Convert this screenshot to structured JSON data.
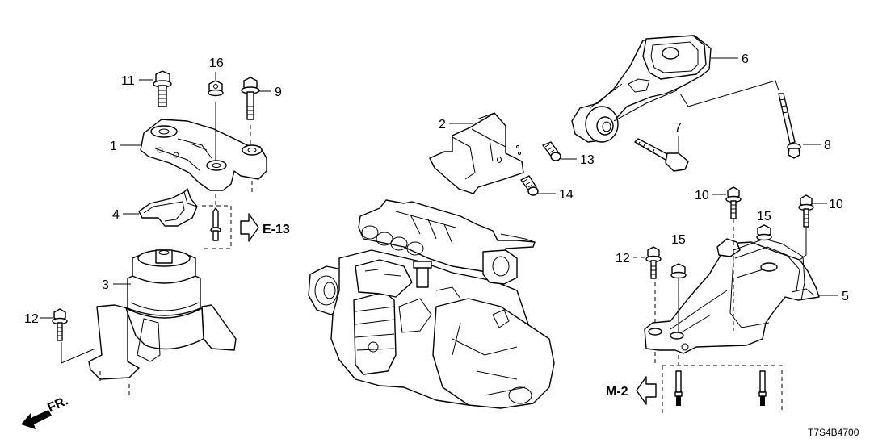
{
  "diagram": {
    "title_code": "T7S4B4700",
    "direction_label": "FR.",
    "references": {
      "e13": "E-13",
      "m2": "M-2"
    },
    "callouts": [
      {
        "id": "1",
        "label": "1",
        "part": "transmission-mount-bracket"
      },
      {
        "id": "2",
        "label": "2",
        "part": "torque-rod-bracket"
      },
      {
        "id": "3",
        "label": "3",
        "part": "engine-side-mount"
      },
      {
        "id": "4",
        "label": "4",
        "part": "mount-cover-plate"
      },
      {
        "id": "5",
        "label": "5",
        "part": "transmission-mount-bracket-lower"
      },
      {
        "id": "6",
        "label": "6",
        "part": "rear-torque-rod"
      },
      {
        "id": "7",
        "label": "7",
        "part": "flange-bolt"
      },
      {
        "id": "8",
        "label": "8",
        "part": "flange-bolt"
      },
      {
        "id": "9",
        "label": "9",
        "part": "long-bolt"
      },
      {
        "id": "10a",
        "label": "10",
        "part": "flange-bolt"
      },
      {
        "id": "10b",
        "label": "10",
        "part": "flange-bolt"
      },
      {
        "id": "11",
        "label": "11",
        "part": "flange-bolt"
      },
      {
        "id": "12a",
        "label": "12",
        "part": "short-bolt"
      },
      {
        "id": "12b",
        "label": "12",
        "part": "short-bolt"
      },
      {
        "id": "13",
        "label": "13",
        "part": "flange-bolt"
      },
      {
        "id": "14",
        "label": "14",
        "part": "flange-bolt"
      },
      {
        "id": "15a",
        "label": "15",
        "part": "flange-nut"
      },
      {
        "id": "15b",
        "label": "15",
        "part": "flange-nut"
      },
      {
        "id": "16",
        "label": "16",
        "part": "flange-nut"
      }
    ]
  }
}
